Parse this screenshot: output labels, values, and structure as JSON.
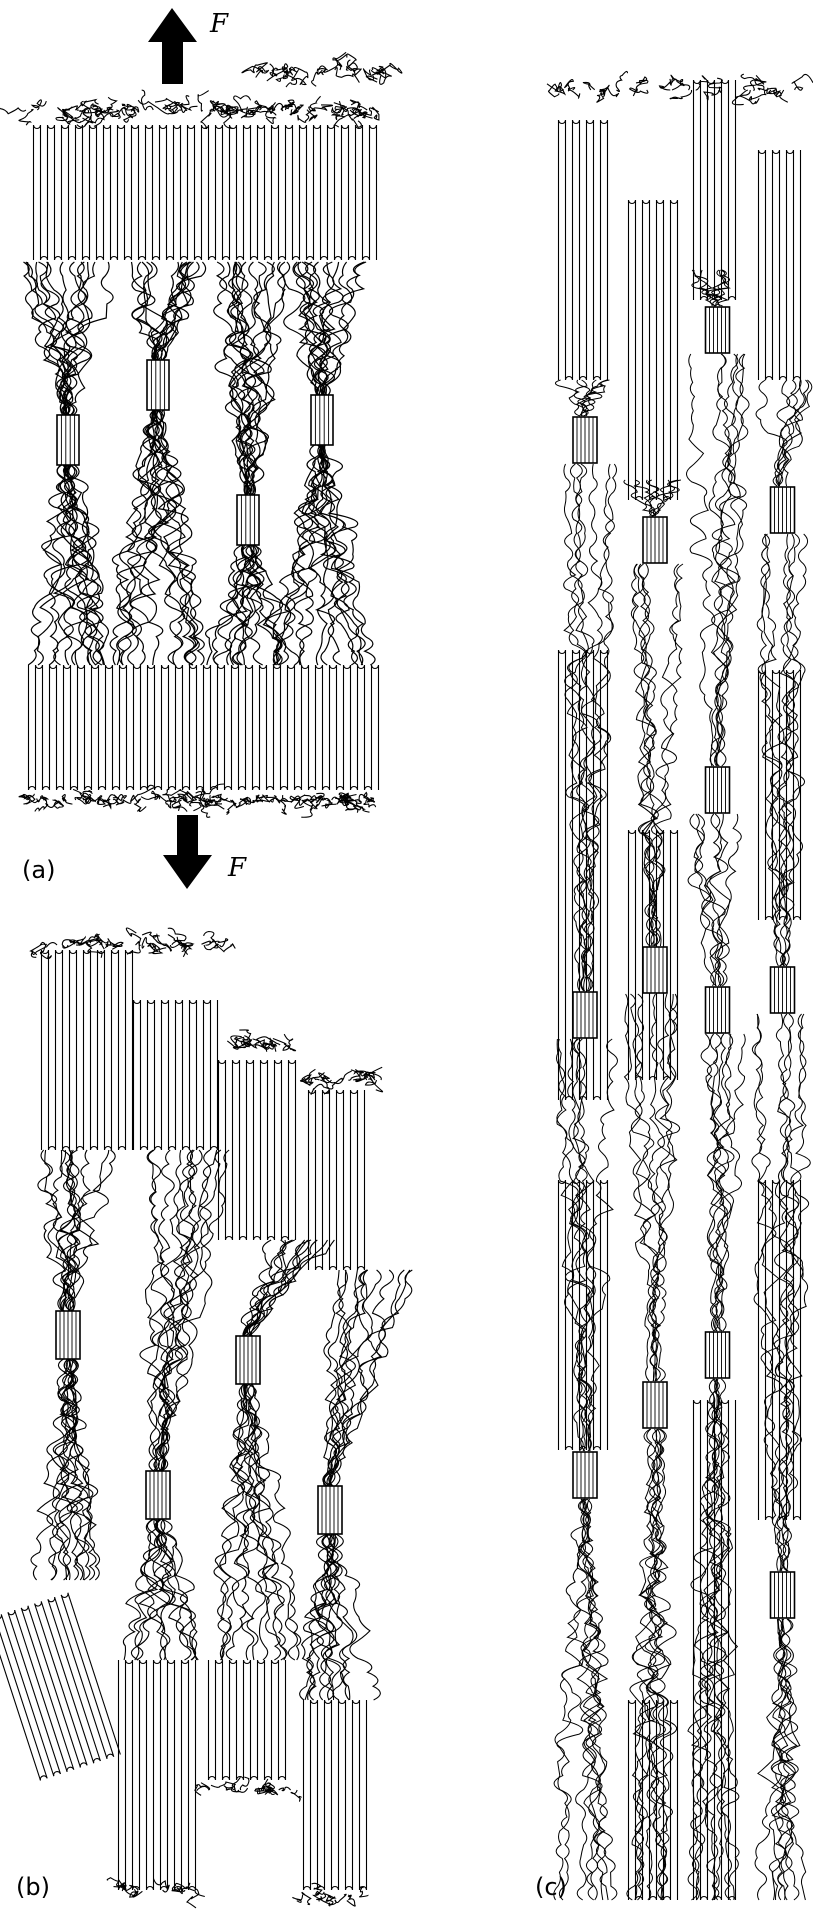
{
  "figure": {
    "panels": [
      {
        "id": "a",
        "label": "(a)"
      },
      {
        "id": "b",
        "label": "(b)"
      },
      {
        "id": "c",
        "label": "(c)"
      }
    ],
    "force_label": "F",
    "ink_color": "#000000",
    "background_color": "#ffffff"
  }
}
